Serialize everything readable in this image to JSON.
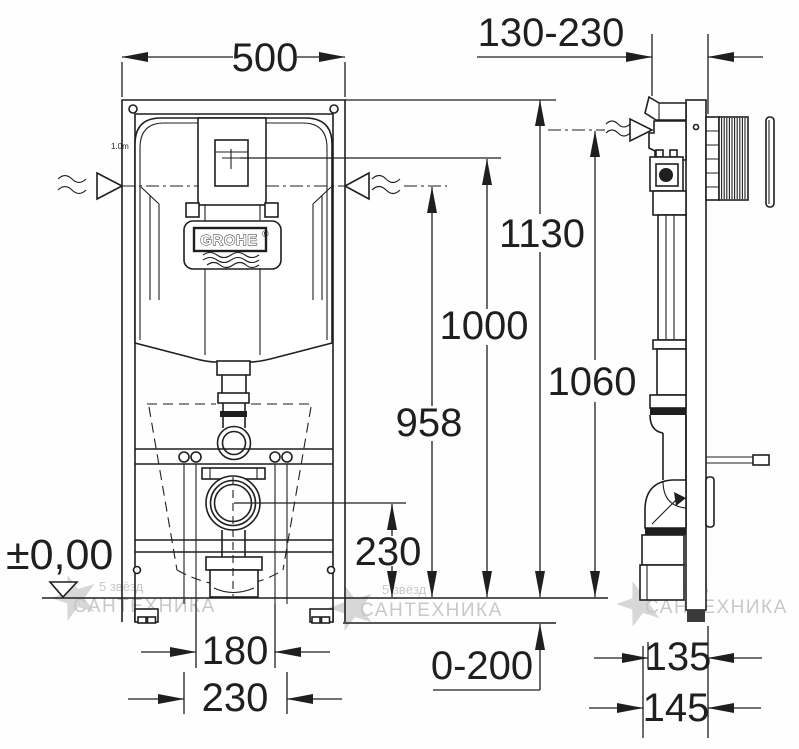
{
  "dims": {
    "width_top": "500",
    "depth_range_top": "130-230",
    "h_frame": "1130",
    "h_actuator": "1000",
    "h_inlet": "958",
    "h_side": "1060",
    "h_drain": "230",
    "floor_range": "0-200",
    "bolt_inner": "180",
    "bolt_outer": "230",
    "side_depth_elbow": "135",
    "side_depth_pipe": "145"
  },
  "labels": {
    "level": "±0,00",
    "note": "1.0m",
    "brand": "GROHE",
    "reg": "®",
    "watermark_line1": "5 звёзд",
    "watermark_line2": "САНТЕХНИКА"
  },
  "colors": {
    "line": "#1f1f1f",
    "watermark": "#c8c8c8",
    "background": "#ffffff"
  }
}
